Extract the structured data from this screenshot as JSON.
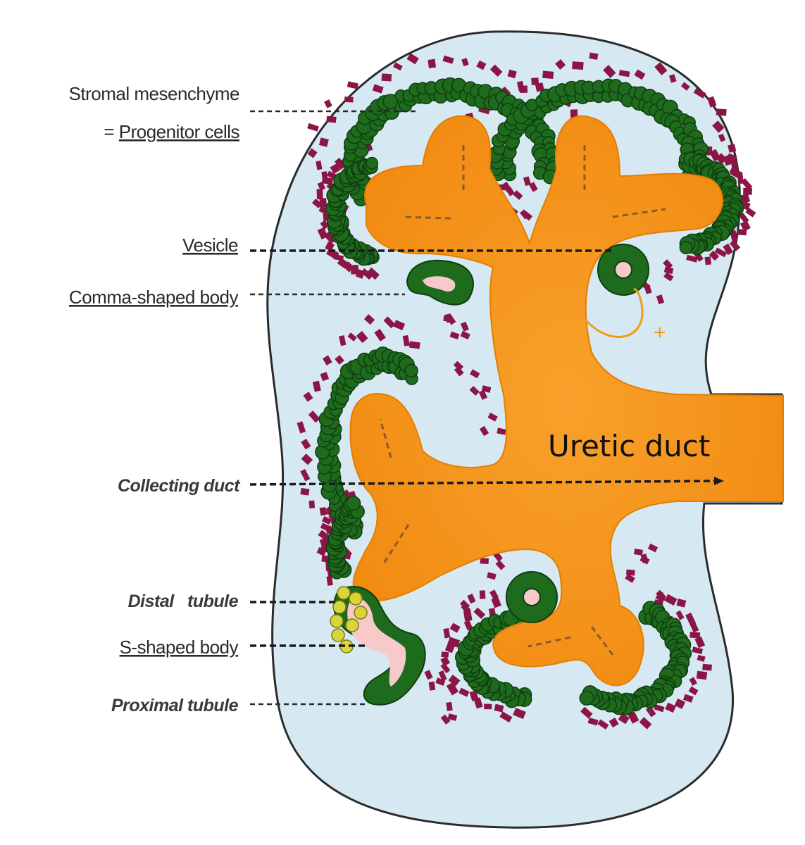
{
  "labels": {
    "stromal_line1": "Stromal mesenchyme",
    "stromal_line2_prefix": "= ",
    "stromal_line2": "Progenitor cells",
    "vesicle": "Vesicle",
    "comma": "Comma-shaped body",
    "collecting": "Collecting duct",
    "distal": "Distal   tubule",
    "s_shaped": "S-shaped body",
    "proximal": "Proximal tubule",
    "ureter": "Uretic duct",
    "plus": "+"
  },
  "colors": {
    "capsule": "#d6e8f2",
    "capsule_outline": "#2b2b2b",
    "duct": "#f7991e",
    "duct_highlight": "#f5a53a",
    "cap_cells": "#1e6b1e",
    "stroma": "#8b1646",
    "lumen": "#f7c9c9",
    "distal_cells": "#d8d43a"
  }
}
